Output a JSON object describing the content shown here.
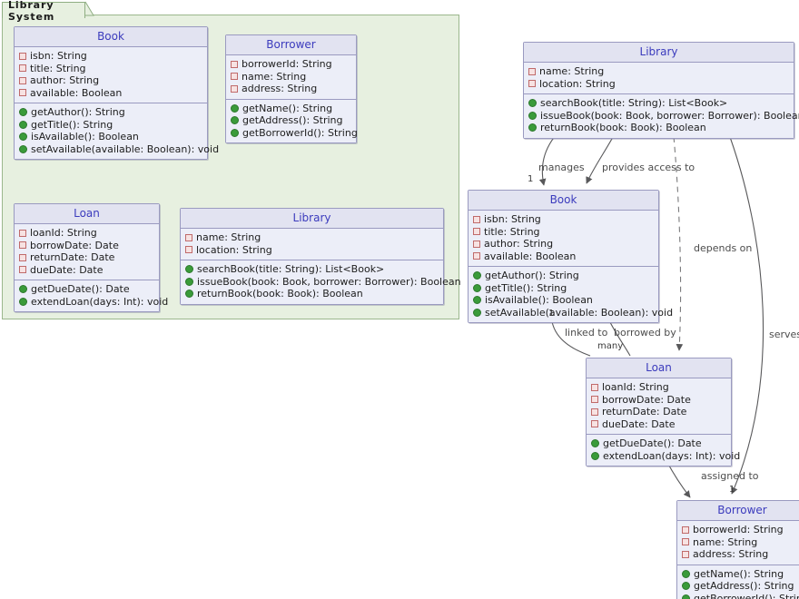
{
  "diagram": {
    "title_visible": false,
    "package": {
      "name": "Library System"
    },
    "colors": {
      "package_fill": "#e7f0e0",
      "package_border": "#9bb78d",
      "class_fill": "#eceef8",
      "class_header_fill": "#e2e3f1",
      "class_border": "#9a9ac0",
      "class_title_text": "#3b3bbd",
      "private_marker": "#c06a6a",
      "public_marker": "#3a9b3a",
      "edge_stroke": "#58585a",
      "label_text": "#4c4c4c"
    },
    "classes": {
      "book": {
        "name": "Book",
        "attributes": [
          "isbn: String",
          "title: String",
          "author: String",
          "available: Boolean"
        ],
        "methods": [
          "getAuthor(): String",
          "getTitle(): String",
          "isAvailable(): Boolean",
          "setAvailable(available: Boolean): void"
        ]
      },
      "borrower": {
        "name": "Borrower",
        "attributes": [
          "borrowerId: String",
          "name: String",
          "address: String"
        ],
        "methods": [
          "getName(): String",
          "getAddress(): String",
          "getBorrowerId(): String"
        ]
      },
      "loan": {
        "name": "Loan",
        "attributes": [
          "loanId: String",
          "borrowDate: Date",
          "returnDate: Date",
          "dueDate: Date"
        ],
        "methods": [
          "getDueDate(): Date",
          "extendLoan(days: Int): void"
        ]
      },
      "library": {
        "name": "Library",
        "attributes": [
          "name: String",
          "location: String"
        ],
        "methods": [
          "searchBook(title: String): List<Book>",
          "issueBook(book: Book, borrower: Borrower): Boolean",
          "returnBook(book: Book): Boolean"
        ]
      }
    },
    "relationships": [
      {
        "id": "manages",
        "label": "manages",
        "source": "Library",
        "target": "Book",
        "multiplicity": "1",
        "style": "solid"
      },
      {
        "id": "provides-access-to",
        "label": "provides access to",
        "source": "Library",
        "target": "Book",
        "multiplicity": "",
        "style": "solid"
      },
      {
        "id": "depends-on",
        "label": "depends on",
        "source": "Library",
        "target": "Loan",
        "multiplicity": "",
        "style": "dashed"
      },
      {
        "id": "serves",
        "label": "serves",
        "source": "Library",
        "target": "Borrower",
        "multiplicity": "1",
        "style": "solid"
      },
      {
        "id": "linked-to",
        "label": "linked to",
        "source": "Loan",
        "target": "Book",
        "multiplicity": "1",
        "style": "solid"
      },
      {
        "id": "borrowed-by",
        "label": "borrowed by",
        "source": "Book",
        "target": "Loan",
        "multiplicity": "many",
        "style": "aggregation"
      },
      {
        "id": "assigned-to",
        "label": "assigned to",
        "source": "Loan",
        "target": "Borrower",
        "multiplicity": "",
        "style": "solid"
      }
    ],
    "multiplicity_labels": {
      "book_in": "1",
      "book_from_loan": "1",
      "loan_many": "many",
      "borrower_in": "1"
    }
  }
}
